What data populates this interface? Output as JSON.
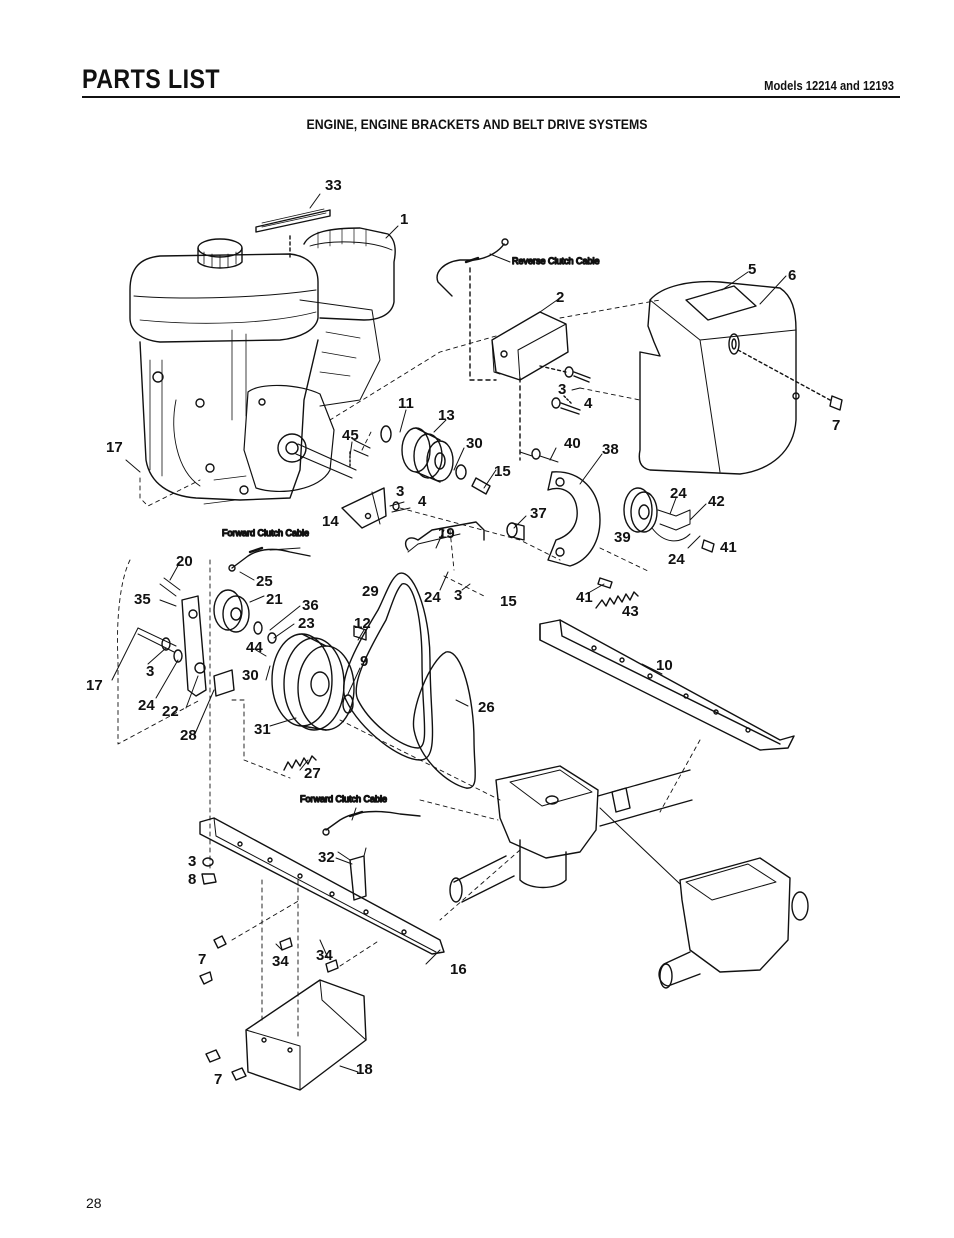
{
  "header": {
    "title": "PARTS LIST",
    "models": "Models 12214 and 12193"
  },
  "section_title": "ENGINE, ENGINE BRACKETS AND BELT DRIVE SYSTEMS",
  "page_number": "28",
  "diagram": {
    "captions": {
      "reverse_clutch_cable": "Reverse Clutch Cable",
      "forward_clutch_cable_1": "Forward Clutch Cable",
      "forward_clutch_cable_2": "Forward Clutch Cable"
    },
    "callouts": {
      "c33": "33",
      "c1": "1",
      "c2": "2",
      "c5": "5",
      "c6": "6",
      "c7a": "7",
      "c3a": "3",
      "c4a": "4",
      "c11": "11",
      "c13": "13",
      "c45": "45",
      "c30a": "30",
      "c15a": "15",
      "c40": "40",
      "c38": "38",
      "c17a": "17",
      "c3b": "3",
      "c4b": "4",
      "c37": "37",
      "c24a": "24",
      "c42": "42",
      "c39": "39",
      "c24b": "24",
      "c41a": "41",
      "c14": "14",
      "c19": "19",
      "c20": "20",
      "c25": "25",
      "c35": "35",
      "c21": "21",
      "c36": "36",
      "c29": "29",
      "c24c": "24",
      "c3c": "3",
      "c15b": "15",
      "c41b": "41",
      "c43": "43",
      "c23": "23",
      "c12": "12",
      "c44": "44",
      "c17b": "17",
      "c3d": "3",
      "c9": "9",
      "c10": "10",
      "c30b": "30",
      "c24d": "24",
      "c22": "22",
      "c26": "26",
      "c28": "28",
      "c31": "31",
      "c27": "27",
      "c32": "32",
      "c3e": "3",
      "c8": "8",
      "c7b": "7",
      "c34a": "34",
      "c34b": "34",
      "c16": "16",
      "c7c": "7",
      "c18": "18"
    }
  }
}
